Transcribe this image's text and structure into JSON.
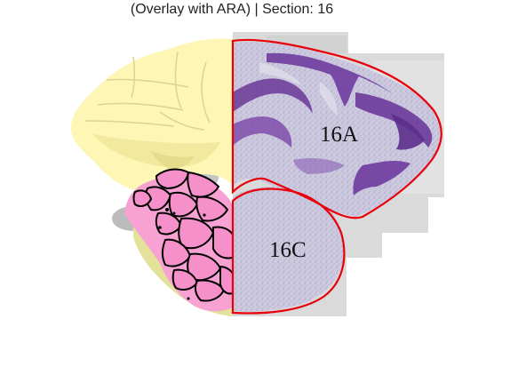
{
  "figure": {
    "title": "(Overlay with ARA) | Section: 16",
    "regions": [
      {
        "id": "16A",
        "label": "16A",
        "outline_color": "#e8000b"
      },
      {
        "id": "16C",
        "label": "16C",
        "outline_color": "#e8000b"
      }
    ],
    "atlas_colors": {
      "cerebellum": "#fdf7b6",
      "lobule_shading": "#f2e8a0",
      "medulla": "#e3e09a",
      "nuclei": "#f59ccf",
      "gray": "#b9b9b9"
    },
    "histology_colors": {
      "background": "#d8d8d8",
      "tissue": "#cac7dc",
      "granule": "#6d3a9c"
    }
  }
}
